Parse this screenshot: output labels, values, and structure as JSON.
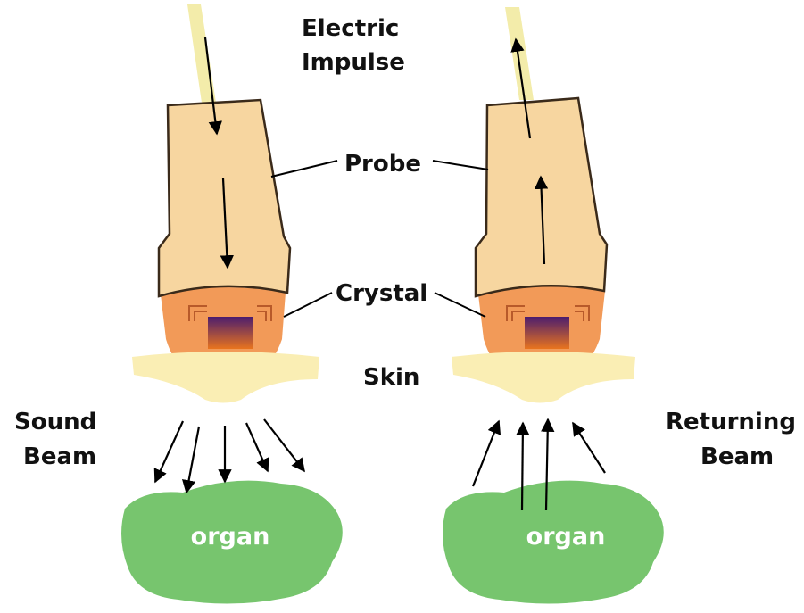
{
  "labels": {
    "electric_line1": "Electric",
    "electric_line2": "Impulse",
    "probe": "Probe",
    "crystal": "Crystal",
    "skin": "Skin",
    "sound_line1": "Sound",
    "sound_line2": "Beam",
    "returning_line1": "Returning",
    "returning_line2": "Beam",
    "organ_left": "organ",
    "organ_right": "organ"
  },
  "colors": {
    "cable": "#f3ecaa",
    "probe_body": "#f7d6a0",
    "crystal_housing": "#f29a58",
    "crystal_top": "#4b1d6e",
    "crystal_bottom": "#e8741e",
    "skin": "#faeeb4",
    "organ": "#77c56e",
    "text": "#111111"
  }
}
